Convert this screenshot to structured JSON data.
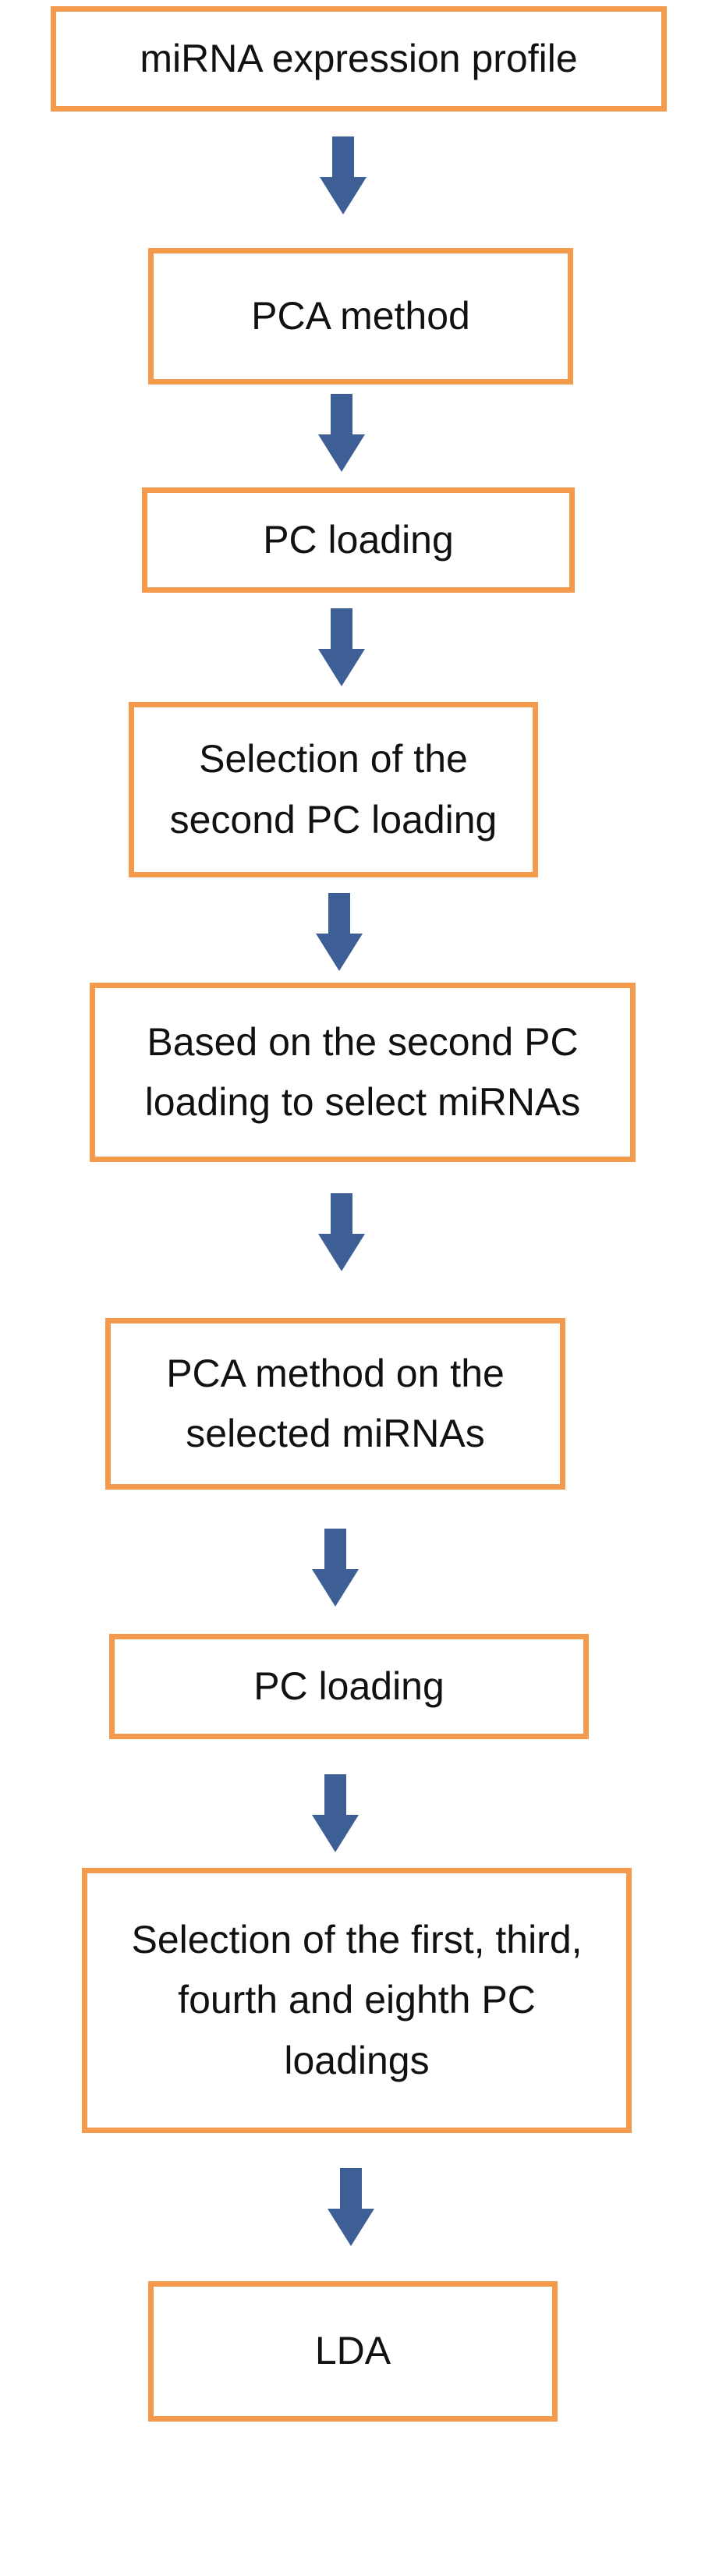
{
  "colors": {
    "box_border": "#f39a4c",
    "arrow": "#3d5f95",
    "text": "#111111",
    "background": "#ffffff"
  },
  "steps": [
    {
      "label": "miRNA expression profile"
    },
    {
      "label": "PCA method"
    },
    {
      "label": "PC loading"
    },
    {
      "label": "Selection of the\nsecond PC loading"
    },
    {
      "label": "Based on the second PC\nloading to select miRNAs"
    },
    {
      "label": "PCA method on the\nselected miRNAs"
    },
    {
      "label": "PC loading"
    },
    {
      "label": "Selection of the first, third,\nfourth and eighth PC\nloadings"
    },
    {
      "label": "LDA"
    }
  ]
}
